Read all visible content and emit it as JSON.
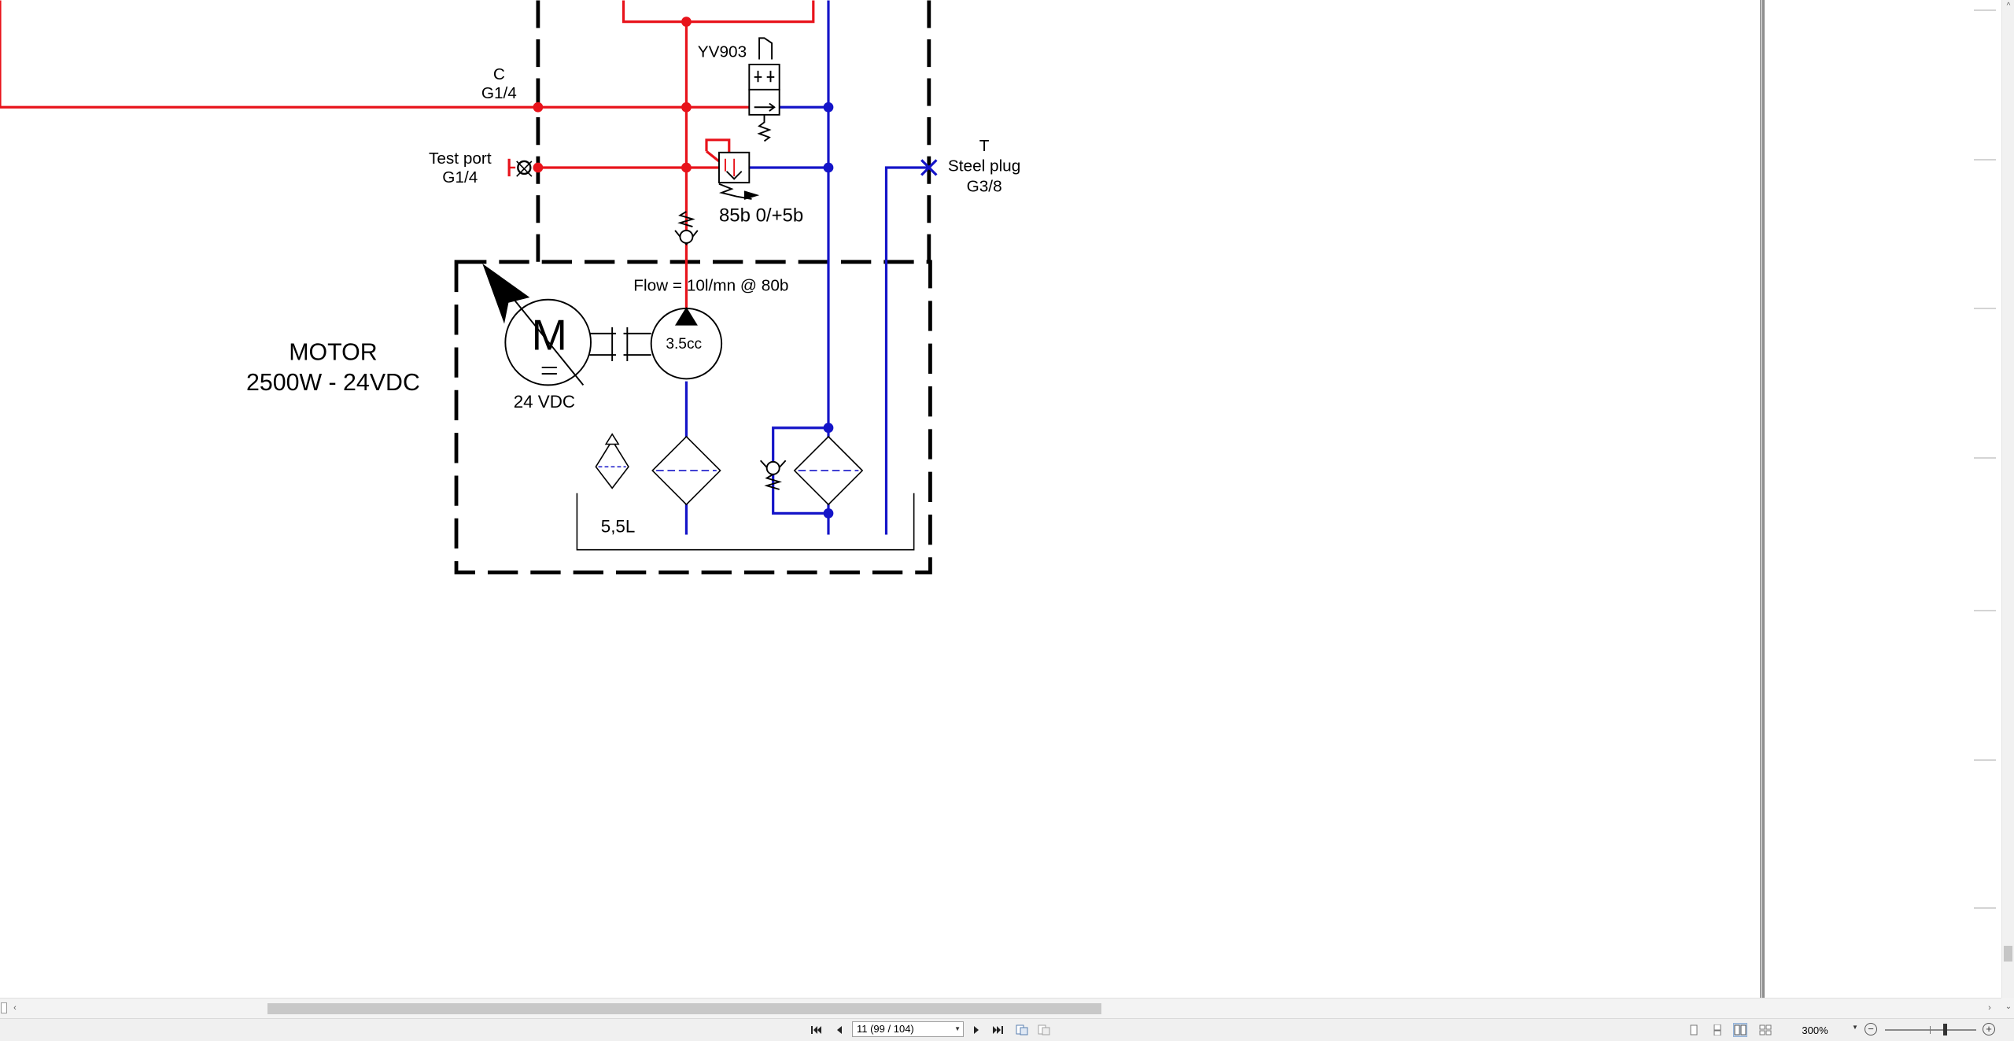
{
  "diagram": {
    "labels": {
      "c_port": "C",
      "c_port_thread": "G1/4",
      "valve_id": "YV903",
      "test_port": "Test port",
      "test_port_thread": "G1/4",
      "tank_port": "T",
      "steel_plug": "Steel plug",
      "steel_plug_thread": "G3/8",
      "relief_setting": "85b 0/+5b",
      "flow": "Flow = 10l/mn @ 80b",
      "pump_disp": "3.5cc",
      "motor_letter": "M",
      "motor_title": "MOTOR",
      "motor_spec": "2500W - 24VDC",
      "motor_voltage": "24 VDC",
      "tank_volume": "5,5L"
    },
    "colors": {
      "pressure_line": "#e8131b",
      "return_line": "#1414c8",
      "frame": "#000000"
    }
  },
  "toolbar": {
    "page_select": "11 (99 / 104)",
    "zoom": "300%",
    "icons": [
      "first-page-icon",
      "previous-page-icon",
      "next-page-icon",
      "last-page-icon",
      "insert-page-icon",
      "remove-page-icon"
    ],
    "view_modes": [
      "single-page-view-icon",
      "continuous-view-icon",
      "facing-pages-view-icon",
      "book-view-icon"
    ],
    "active_view": "facing-pages-view-icon"
  }
}
